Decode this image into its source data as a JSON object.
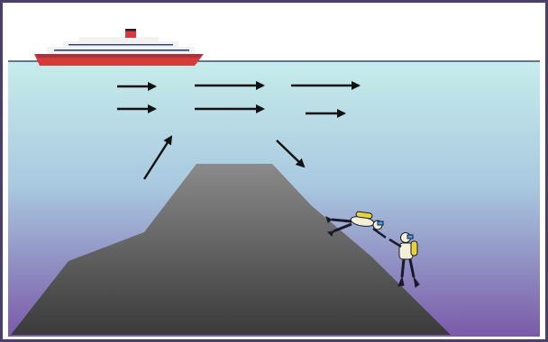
{
  "diagram": {
    "colors": {
      "sky": "#ffffff",
      "frame": "#4a3f6b",
      "water_top": "#c6ecea",
      "water_mid": "#a9c9e0",
      "water_bottom": "#7a5aa8",
      "surface_line": "#3a4a7a",
      "seamount_light": "#8a8a8a",
      "seamount_dark": "#3a3a3a",
      "ship_hull": "#d63a3a",
      "ship_deck": "#f2f2f2",
      "arrow": "#111111",
      "diver_suit": "#f2f0d8",
      "diver_tank": "#e8d23a",
      "diver_mask": "#3aa8e8"
    },
    "elements": {
      "ship": "cruise-ship",
      "seamount": "underwater-seamount",
      "divers": [
        "scuba-diver-swimming",
        "scuba-diver-standing"
      ],
      "current_arrows": "current-flow-arrows"
    }
  }
}
